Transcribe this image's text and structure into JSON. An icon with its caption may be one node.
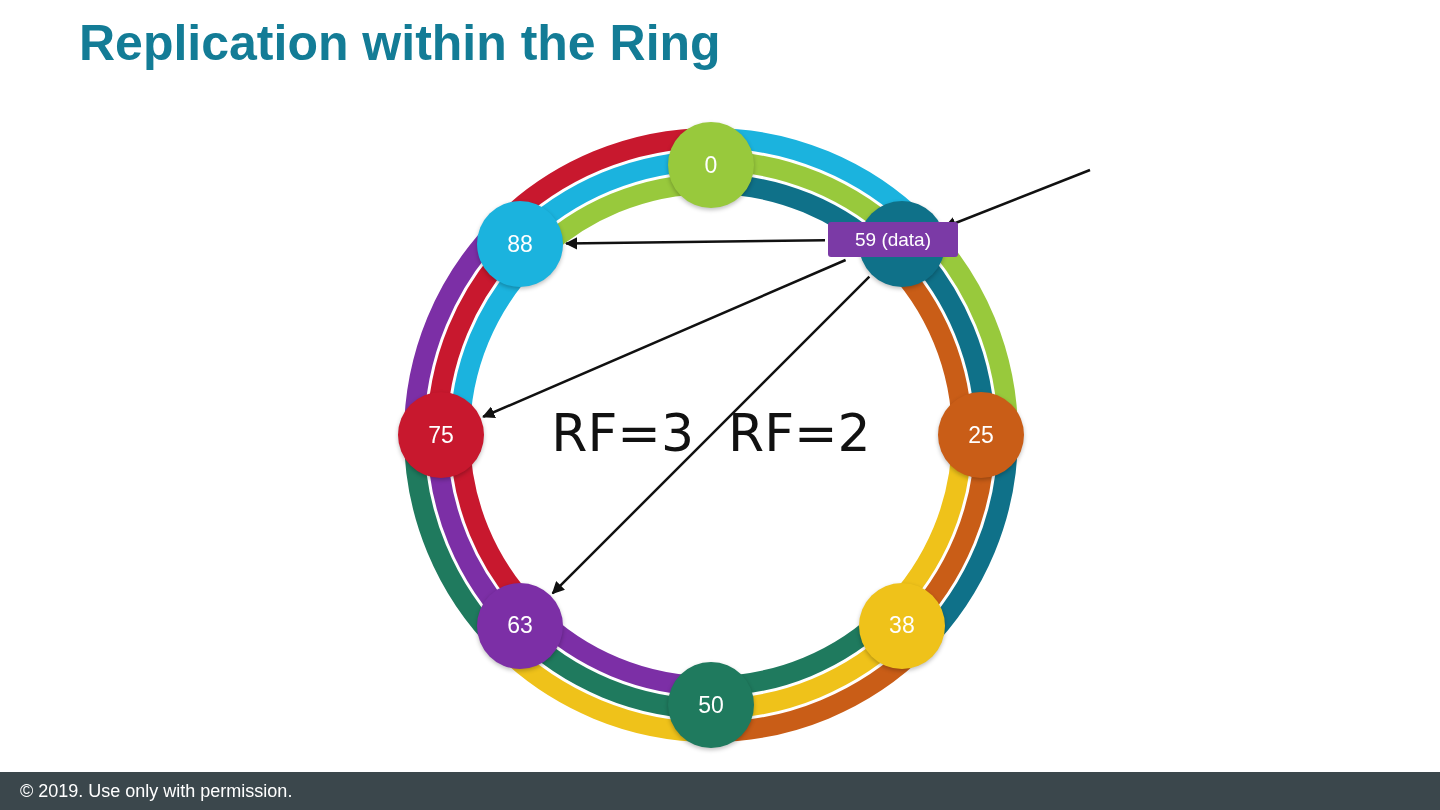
{
  "diagram": {
    "title": "Replication within the Ring",
    "nodes": [
      {
        "text": [
          "0"
        ]
      },
      {
        "text": [
          "88"
        ]
      },
      {
        "text": [
          "59 (data)"
        ]
      },
      {
        "text": [],
        "shape": "circle"
      },
      {
        "text": [
          "75"
        ]
      },
      {
        "text": [
          "25"
        ]
      },
      {
        "text": [
          "63"
        ]
      },
      {
        "text": [
          "38"
        ]
      },
      {
        "text": [
          "50"
        ]
      }
    ],
    "edges": [
      {
        "from": null,
        "to": 3,
        "arrow": "to"
      },
      {
        "from": 2,
        "to": 1,
        "arrow": "to"
      },
      {
        "from": 2,
        "to": 4,
        "arrow": "to"
      },
      {
        "from": 3,
        "to": 6,
        "arrow": "to"
      }
    ],
    "labels": [
      "RF=3",
      "RF=2",
      "© 2019. Use only with permission."
    ]
  }
}
